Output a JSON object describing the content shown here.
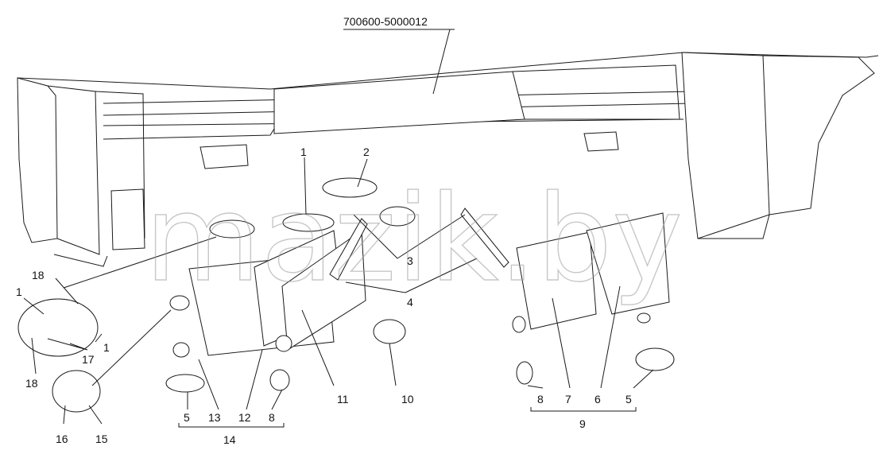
{
  "diagram": {
    "part_number": "700600-5000012",
    "watermark": "mazik.by",
    "callouts": [
      "1",
      "2",
      "3",
      "4",
      "5",
      "6",
      "7",
      "8",
      "9",
      "10",
      "11",
      "12",
      "13",
      "14",
      "15",
      "16",
      "17",
      "18"
    ]
  }
}
